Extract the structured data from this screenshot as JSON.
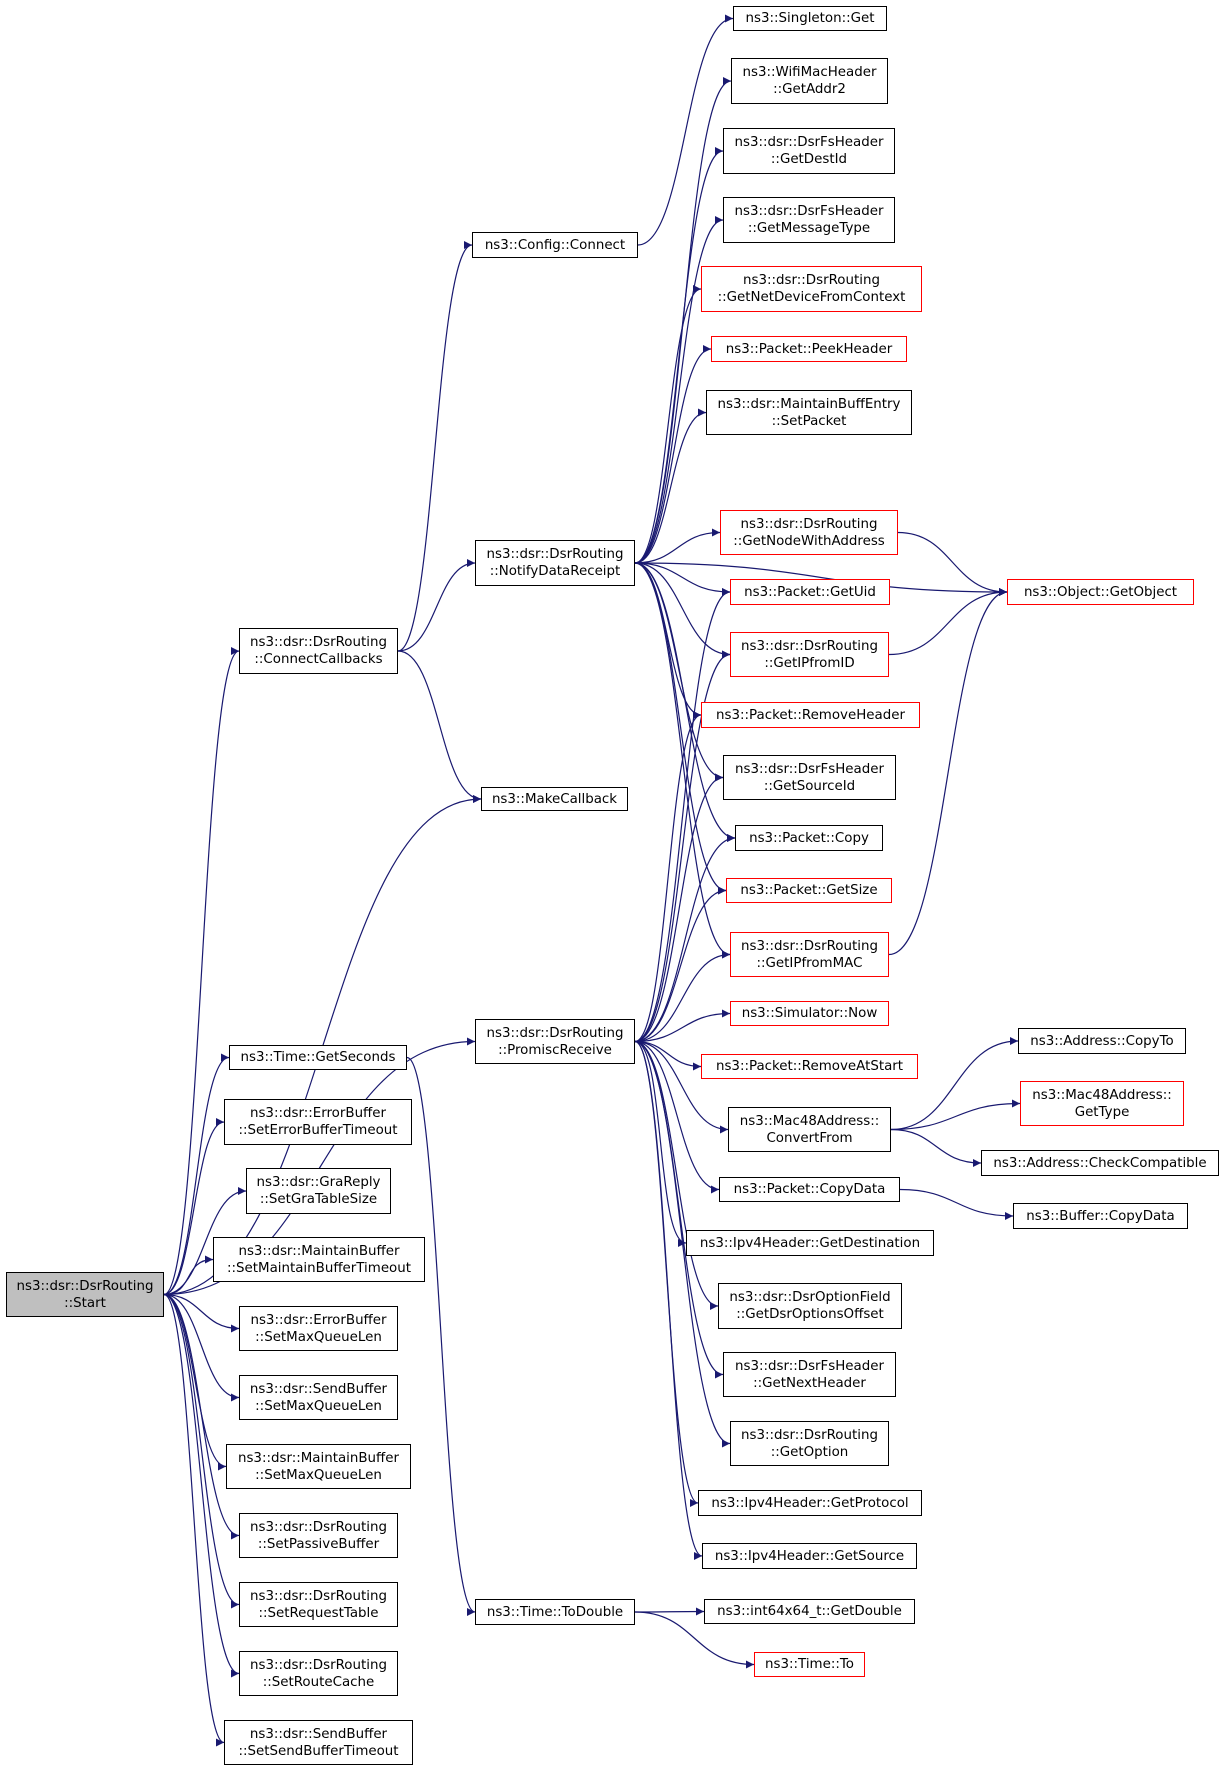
{
  "colors": {
    "edge": "#191970",
    "default_border": "#000000",
    "incomplete_border": "#ff0000",
    "root_fill": "#bfbfbf"
  },
  "nodes": [
    {
      "id": "start",
      "lines": [
        "ns3::dsr::DsrRouting",
        "::Start"
      ],
      "style": "root"
    },
    {
      "id": "connectcallbacks",
      "lines": [
        "ns3::dsr::DsrRouting",
        "::ConnectCallbacks"
      ],
      "style": "normal"
    },
    {
      "id": "makecallback",
      "lines": [
        "ns3::MakeCallback"
      ],
      "style": "normal"
    },
    {
      "id": "promiscreceive",
      "lines": [
        "ns3::dsr::DsrRouting",
        "::PromiscReceive"
      ],
      "style": "normal"
    },
    {
      "id": "time_getseconds",
      "lines": [
        "ns3::Time::GetSeconds"
      ],
      "style": "normal"
    },
    {
      "id": "eb_settimeout",
      "lines": [
        "ns3::dsr::ErrorBuffer",
        "::SetErrorBufferTimeout"
      ],
      "style": "normal"
    },
    {
      "id": "gra_settablesize",
      "lines": [
        "ns3::dsr::GraReply",
        "::SetGraTableSize"
      ],
      "style": "normal"
    },
    {
      "id": "mb_settimeout",
      "lines": [
        "ns3::dsr::MaintainBuffer",
        "::SetMaintainBufferTimeout"
      ],
      "style": "normal"
    },
    {
      "id": "eb_setmaxqueuelen",
      "lines": [
        "ns3::dsr::ErrorBuffer",
        "::SetMaxQueueLen"
      ],
      "style": "normal"
    },
    {
      "id": "sb_setmaxqueuelen",
      "lines": [
        "ns3::dsr::SendBuffer",
        "::SetMaxQueueLen"
      ],
      "style": "normal"
    },
    {
      "id": "mb_setmaxqueuelen",
      "lines": [
        "ns3::dsr::MaintainBuffer",
        "::SetMaxQueueLen"
      ],
      "style": "normal"
    },
    {
      "id": "setpassivebuffer",
      "lines": [
        "ns3::dsr::DsrRouting",
        "::SetPassiveBuffer"
      ],
      "style": "normal"
    },
    {
      "id": "setrequesttable",
      "lines": [
        "ns3::dsr::DsrRouting",
        "::SetRequestTable"
      ],
      "style": "normal"
    },
    {
      "id": "setroutecache",
      "lines": [
        "ns3::dsr::DsrRouting",
        "::SetRouteCache"
      ],
      "style": "normal"
    },
    {
      "id": "sb_settimeout",
      "lines": [
        "ns3::dsr::SendBuffer",
        "::SetSendBufferTimeout"
      ],
      "style": "normal"
    },
    {
      "id": "config_connect",
      "lines": [
        "ns3::Config::Connect"
      ],
      "style": "normal"
    },
    {
      "id": "notifydatareceipt",
      "lines": [
        "ns3::dsr::DsrRouting",
        "::NotifyDataReceipt"
      ],
      "style": "normal"
    },
    {
      "id": "time_todouble",
      "lines": [
        "ns3::Time::ToDouble"
      ],
      "style": "normal"
    },
    {
      "id": "singleton_get",
      "lines": [
        "ns3::Singleton::Get"
      ],
      "style": "normal"
    },
    {
      "id": "wifi_getaddr2",
      "lines": [
        "ns3::WifiMacHeader",
        "::GetAddr2"
      ],
      "style": "normal"
    },
    {
      "id": "fs_getdestid",
      "lines": [
        "ns3::dsr::DsrFsHeader",
        "::GetDestId"
      ],
      "style": "normal"
    },
    {
      "id": "fs_getmessagetype",
      "lines": [
        "ns3::dsr::DsrFsHeader",
        "::GetMessageType"
      ],
      "style": "normal"
    },
    {
      "id": "getnetdevicefromcontext",
      "lines": [
        "ns3::dsr::DsrRouting",
        "::GetNetDeviceFromContext"
      ],
      "style": "incomplete"
    },
    {
      "id": "packet_peekheader",
      "lines": [
        "ns3::Packet::PeekHeader"
      ],
      "style": "incomplete"
    },
    {
      "id": "mbe_setpacket",
      "lines": [
        "ns3::dsr::MaintainBuffEntry",
        "::SetPacket"
      ],
      "style": "normal"
    },
    {
      "id": "getnodewithaddress",
      "lines": [
        "ns3::dsr::DsrRouting",
        "::GetNodeWithAddress"
      ],
      "style": "incomplete"
    },
    {
      "id": "packet_getuid",
      "lines": [
        "ns3::Packet::GetUid"
      ],
      "style": "incomplete"
    },
    {
      "id": "getipfromid",
      "lines": [
        "ns3::dsr::DsrRouting",
        "::GetIPfromID"
      ],
      "style": "incomplete"
    },
    {
      "id": "packet_removeheader",
      "lines": [
        "ns3::Packet::RemoveHeader"
      ],
      "style": "incomplete"
    },
    {
      "id": "fs_getsourceid",
      "lines": [
        "ns3::dsr::DsrFsHeader",
        "::GetSourceId"
      ],
      "style": "normal"
    },
    {
      "id": "packet_copy",
      "lines": [
        "ns3::Packet::Copy"
      ],
      "style": "normal"
    },
    {
      "id": "packet_getsize",
      "lines": [
        "ns3::Packet::GetSize"
      ],
      "style": "incomplete"
    },
    {
      "id": "getipfrommac",
      "lines": [
        "ns3::dsr::DsrRouting",
        "::GetIPfromMAC"
      ],
      "style": "incomplete"
    },
    {
      "id": "simulator_now",
      "lines": [
        "ns3::Simulator::Now"
      ],
      "style": "incomplete"
    },
    {
      "id": "packet_removeatstart",
      "lines": [
        "ns3::Packet::RemoveAtStart"
      ],
      "style": "incomplete"
    },
    {
      "id": "mac48_convertfrom",
      "lines": [
        "ns3::Mac48Address::",
        "ConvertFrom"
      ],
      "style": "normal"
    },
    {
      "id": "packet_copydata",
      "lines": [
        "ns3::Packet::CopyData"
      ],
      "style": "normal"
    },
    {
      "id": "ipv4_getdestination",
      "lines": [
        "ns3::Ipv4Header::GetDestination"
      ],
      "style": "normal"
    },
    {
      "id": "of_getdsroptionsoffset",
      "lines": [
        "ns3::dsr::DsrOptionField",
        "::GetDsrOptionsOffset"
      ],
      "style": "normal"
    },
    {
      "id": "fs_getnextheader",
      "lines": [
        "ns3::dsr::DsrFsHeader",
        "::GetNextHeader"
      ],
      "style": "normal"
    },
    {
      "id": "getoption",
      "lines": [
        "ns3::dsr::DsrRouting",
        "::GetOption"
      ],
      "style": "normal"
    },
    {
      "id": "ipv4_getprotocol",
      "lines": [
        "ns3::Ipv4Header::GetProtocol"
      ],
      "style": "normal"
    },
    {
      "id": "ipv4_getsource",
      "lines": [
        "ns3::Ipv4Header::GetSource"
      ],
      "style": "normal"
    },
    {
      "id": "int64_getdouble",
      "lines": [
        "ns3::int64x64_t::GetDouble"
      ],
      "style": "normal"
    },
    {
      "id": "time_to",
      "lines": [
        "ns3::Time::To"
      ],
      "style": "incomplete"
    },
    {
      "id": "object_getobject",
      "lines": [
        "ns3::Object::GetObject"
      ],
      "style": "incomplete"
    },
    {
      "id": "address_copyto",
      "lines": [
        "ns3::Address::CopyTo"
      ],
      "style": "normal"
    },
    {
      "id": "mac48_gettype",
      "lines": [
        "ns3::Mac48Address::",
        "GetType"
      ],
      "style": "incomplete"
    },
    {
      "id": "address_checkcompatible",
      "lines": [
        "ns3::Address::CheckCompatible"
      ],
      "style": "normal"
    },
    {
      "id": "buffer_copydata",
      "lines": [
        "ns3::Buffer::CopyData"
      ],
      "style": "normal"
    }
  ],
  "edges": [
    [
      "start",
      "connectcallbacks"
    ],
    [
      "start",
      "makecallback"
    ],
    [
      "start",
      "promiscreceive"
    ],
    [
      "start",
      "time_getseconds"
    ],
    [
      "start",
      "eb_settimeout"
    ],
    [
      "start",
      "gra_settablesize"
    ],
    [
      "start",
      "mb_settimeout"
    ],
    [
      "start",
      "eb_setmaxqueuelen"
    ],
    [
      "start",
      "sb_setmaxqueuelen"
    ],
    [
      "start",
      "mb_setmaxqueuelen"
    ],
    [
      "start",
      "setpassivebuffer"
    ],
    [
      "start",
      "setrequesttable"
    ],
    [
      "start",
      "setroutecache"
    ],
    [
      "start",
      "sb_settimeout"
    ],
    [
      "connectcallbacks",
      "config_connect"
    ],
    [
      "connectcallbacks",
      "notifydatareceipt"
    ],
    [
      "connectcallbacks",
      "makecallback"
    ],
    [
      "config_connect",
      "singleton_get"
    ],
    [
      "notifydatareceipt",
      "wifi_getaddr2"
    ],
    [
      "notifydatareceipt",
      "fs_getdestid"
    ],
    [
      "notifydatareceipt",
      "fs_getmessagetype"
    ],
    [
      "notifydatareceipt",
      "getnetdevicefromcontext"
    ],
    [
      "notifydatareceipt",
      "packet_peekheader"
    ],
    [
      "notifydatareceipt",
      "mbe_setpacket"
    ],
    [
      "notifydatareceipt",
      "object_getobject"
    ],
    [
      "notifydatareceipt",
      "getnodewithaddress"
    ],
    [
      "notifydatareceipt",
      "packet_getuid"
    ],
    [
      "notifydatareceipt",
      "getipfromid"
    ],
    [
      "notifydatareceipt",
      "packet_removeheader"
    ],
    [
      "notifydatareceipt",
      "fs_getsourceid"
    ],
    [
      "notifydatareceipt",
      "packet_copy"
    ],
    [
      "notifydatareceipt",
      "packet_getsize"
    ],
    [
      "notifydatareceipt",
      "getipfrommac"
    ],
    [
      "getnodewithaddress",
      "object_getobject"
    ],
    [
      "getipfromid",
      "object_getobject"
    ],
    [
      "getipfrommac",
      "object_getobject"
    ],
    [
      "promiscreceive",
      "packet_getuid"
    ],
    [
      "promiscreceive",
      "getipfromid"
    ],
    [
      "promiscreceive",
      "packet_removeheader"
    ],
    [
      "promiscreceive",
      "fs_getsourceid"
    ],
    [
      "promiscreceive",
      "packet_copy"
    ],
    [
      "promiscreceive",
      "packet_getsize"
    ],
    [
      "promiscreceive",
      "getipfrommac"
    ],
    [
      "promiscreceive",
      "simulator_now"
    ],
    [
      "promiscreceive",
      "packet_removeatstart"
    ],
    [
      "promiscreceive",
      "mac48_convertfrom"
    ],
    [
      "promiscreceive",
      "packet_copydata"
    ],
    [
      "promiscreceive",
      "ipv4_getdestination"
    ],
    [
      "promiscreceive",
      "of_getdsroptionsoffset"
    ],
    [
      "promiscreceive",
      "fs_getnextheader"
    ],
    [
      "promiscreceive",
      "getoption"
    ],
    [
      "promiscreceive",
      "ipv4_getprotocol"
    ],
    [
      "promiscreceive",
      "ipv4_getsource"
    ],
    [
      "mac48_convertfrom",
      "address_copyto"
    ],
    [
      "mac48_convertfrom",
      "mac48_gettype"
    ],
    [
      "mac48_convertfrom",
      "address_checkcompatible"
    ],
    [
      "packet_copydata",
      "buffer_copydata"
    ],
    [
      "time_getseconds",
      "time_todouble"
    ],
    [
      "time_todouble",
      "int64_getdouble"
    ],
    [
      "time_todouble",
      "time_to"
    ]
  ]
}
